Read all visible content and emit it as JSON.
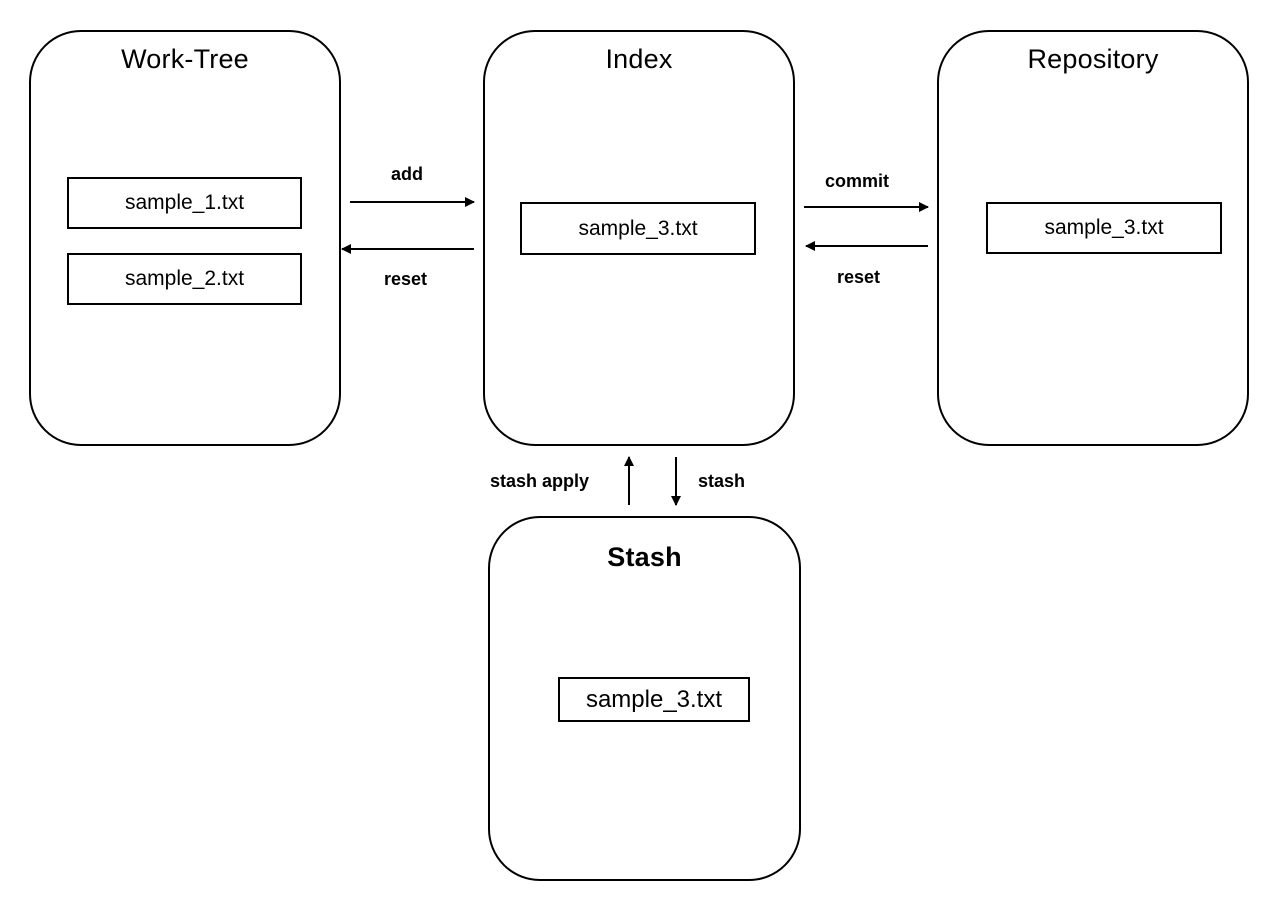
{
  "areas": {
    "work_tree": {
      "title": "Work-Tree",
      "files": [
        "sample_1.txt",
        "sample_2.txt"
      ]
    },
    "index": {
      "title": "Index",
      "files": [
        "sample_3.txt"
      ]
    },
    "repository": {
      "title": "Repository",
      "files": [
        "sample_3.txt"
      ]
    },
    "stash": {
      "title": "Stash",
      "files": [
        "sample_3.txt"
      ]
    }
  },
  "operations": {
    "add": "add",
    "reset_to_work_tree": "reset",
    "commit": "commit",
    "reset_to_index": "reset",
    "stash_apply": "stash apply",
    "stash": "stash"
  }
}
